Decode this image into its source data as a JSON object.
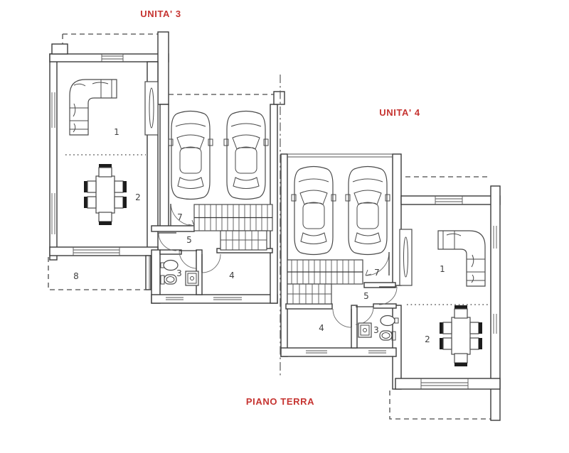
{
  "labels": {
    "unit3": "UNITA' 3",
    "unit4": "UNITA' 4",
    "floor": "PIANO TERRA"
  },
  "colors": {
    "label_red": "#c63431",
    "line_dark": "#3a3a3a",
    "room_number": "#3f3f3f",
    "background": "#ffffff"
  },
  "unit3": {
    "room_numbers": {
      "living": "1",
      "dining": "2",
      "bathroom": "3",
      "hallway": "4",
      "entry": "5",
      "garage_lobby": "7",
      "terrace": "8"
    }
  },
  "unit4": {
    "room_numbers": {
      "living": "1",
      "dining": "2",
      "bathroom": "3",
      "hallway": "4",
      "entry": "5",
      "garage_lobby": "7"
    }
  },
  "icons": {
    "sofa": "sofa-icon",
    "dining_set": "dining-table-icon",
    "car": "car-icon",
    "stairs": "stairs-icon",
    "sink": "sink-icon",
    "toilet": "toilet-icon",
    "shower": "shower-icon",
    "door": "door-arc-icon"
  }
}
